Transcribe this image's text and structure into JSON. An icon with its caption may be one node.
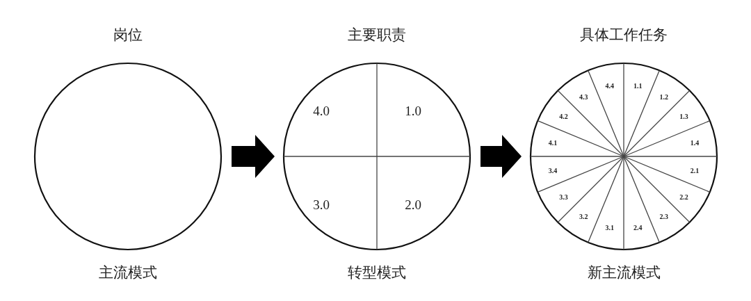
{
  "diagram": {
    "nodes": [
      {
        "text": [
          "岗位",
          "主流模式"
        ]
      },
      {
        "text": [
          "主要职责",
          "转型模式"
        ]
      },
      {
        "text": [
          "具体工作任务",
          "新主流模式"
        ]
      }
    ],
    "edges": [
      {
        "from": 0,
        "to": 1,
        "arrow": "to"
      },
      {
        "from": 1,
        "to": 2,
        "arrow": "to"
      }
    ],
    "labels": [
      "4.0",
      "1.0",
      "3.0",
      "2.0",
      "1.1",
      "1.2",
      "1.3",
      "1.4",
      "2.1",
      "2.2",
      "2.3",
      "2.4",
      "3.1",
      "3.2",
      "3.3",
      "3.4",
      "4.1",
      "4.2",
      "4.3",
      "4.4"
    ]
  }
}
